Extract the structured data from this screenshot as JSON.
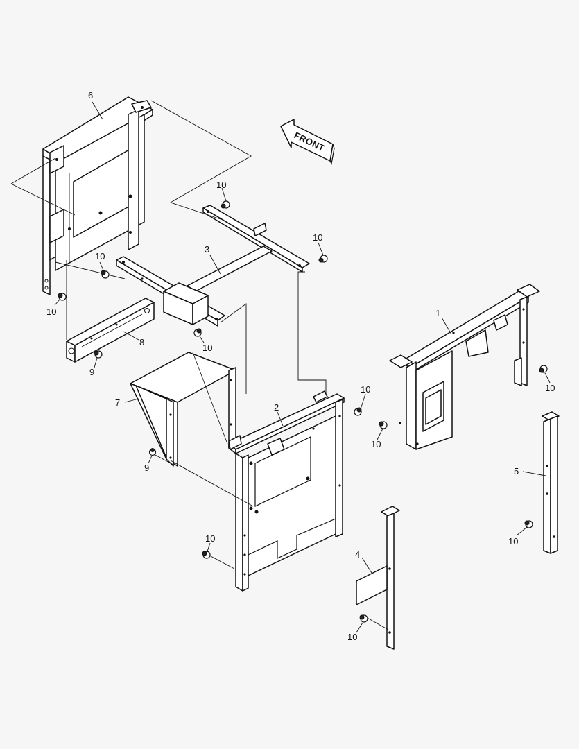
{
  "diagram": {
    "front_arrow": "FRONT",
    "callouts": {
      "c1": "1",
      "c2": "2",
      "c3": "3",
      "c4": "4",
      "c5": "5",
      "c6": "6",
      "c7": "7",
      "c8": "8",
      "c9a": "9",
      "c9b": "9",
      "c10a": "10",
      "c10b": "10",
      "c10c": "10",
      "c10d": "10",
      "c10e": "10",
      "c10f": "10",
      "c10g": "10",
      "c10h": "10",
      "c10i": "10",
      "c10j": "10",
      "c10k": "10"
    }
  }
}
